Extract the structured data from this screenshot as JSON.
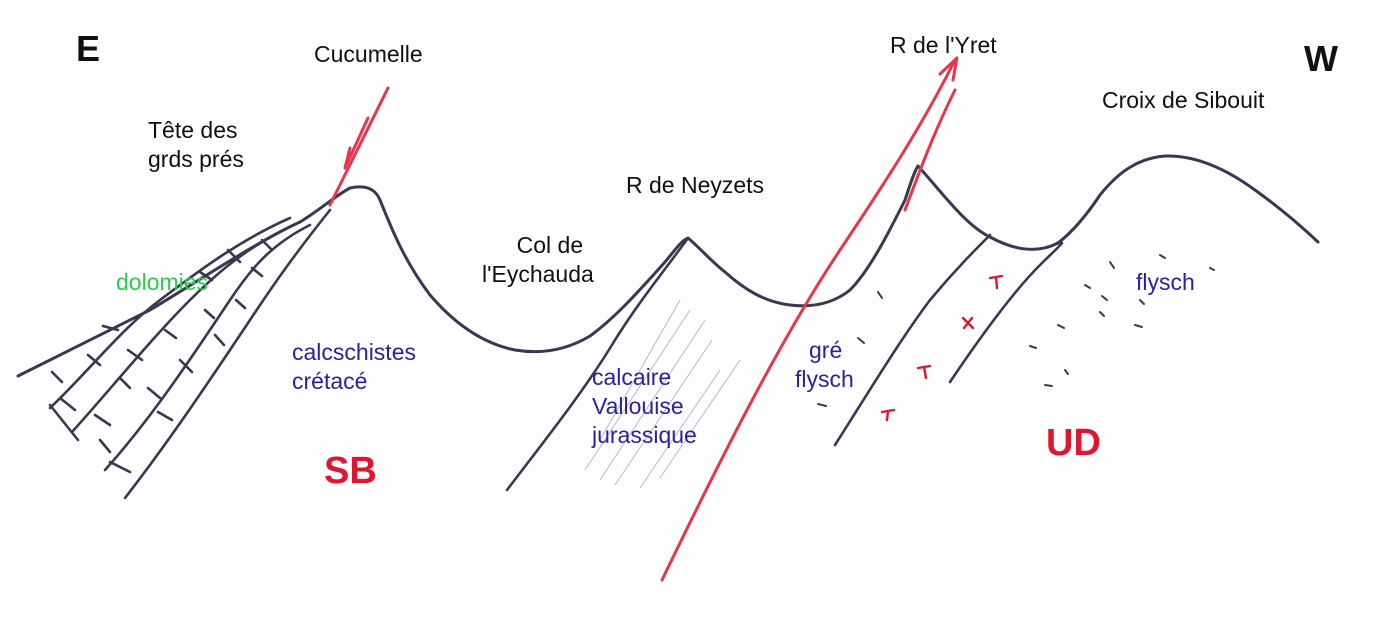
{
  "orientation": {
    "east": "E",
    "west": "W"
  },
  "places": {
    "cucumelle": "Cucumelle",
    "tete_line1": "Tête des",
    "tete_line2": "grds prés",
    "col_line1": "Col de",
    "col_line2": "l'Eychauda",
    "neyzets": "R de Neyzets",
    "yret": "R de l'Yret",
    "sibouit": "Croix de Sibouit"
  },
  "units": {
    "dolomies": "dolomies",
    "calcschistes_line1": "calcschistes",
    "calcschistes_line2": "crétacé",
    "calcaire_line1": "calcaire",
    "calcaire_line2": "Vallouise",
    "calcaire_line3": "jurassique",
    "gre_line1": "gré",
    "gre_line2": "flysch",
    "flysch": "flysch"
  },
  "zones": {
    "sb": "SB",
    "ud": "UD"
  },
  "colors": {
    "outline": "#3a3850",
    "fault": "#e8354d",
    "place_text": "#111111",
    "unit_text": "#2a1fa8",
    "dolomies_text": "#2ecc4a",
    "zone_text": "#e0162f"
  }
}
